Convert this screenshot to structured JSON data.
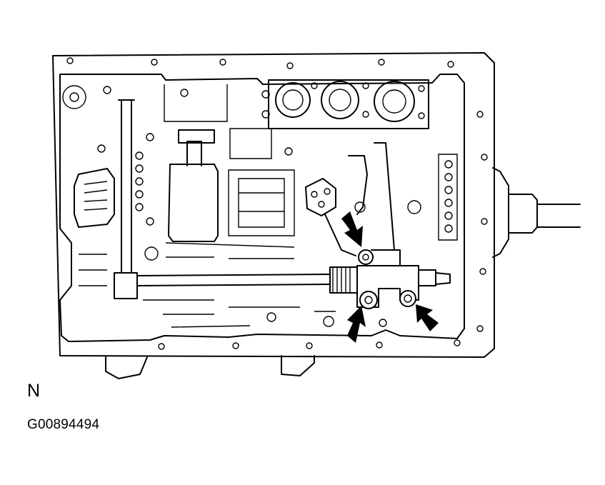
{
  "labels": {
    "view_letter": "N",
    "figure_code": "G00894494"
  },
  "callouts": {
    "arrow_count": 3,
    "arrow_style": "solid-black"
  },
  "colors": {
    "line": "#000000",
    "background": "#ffffff"
  }
}
